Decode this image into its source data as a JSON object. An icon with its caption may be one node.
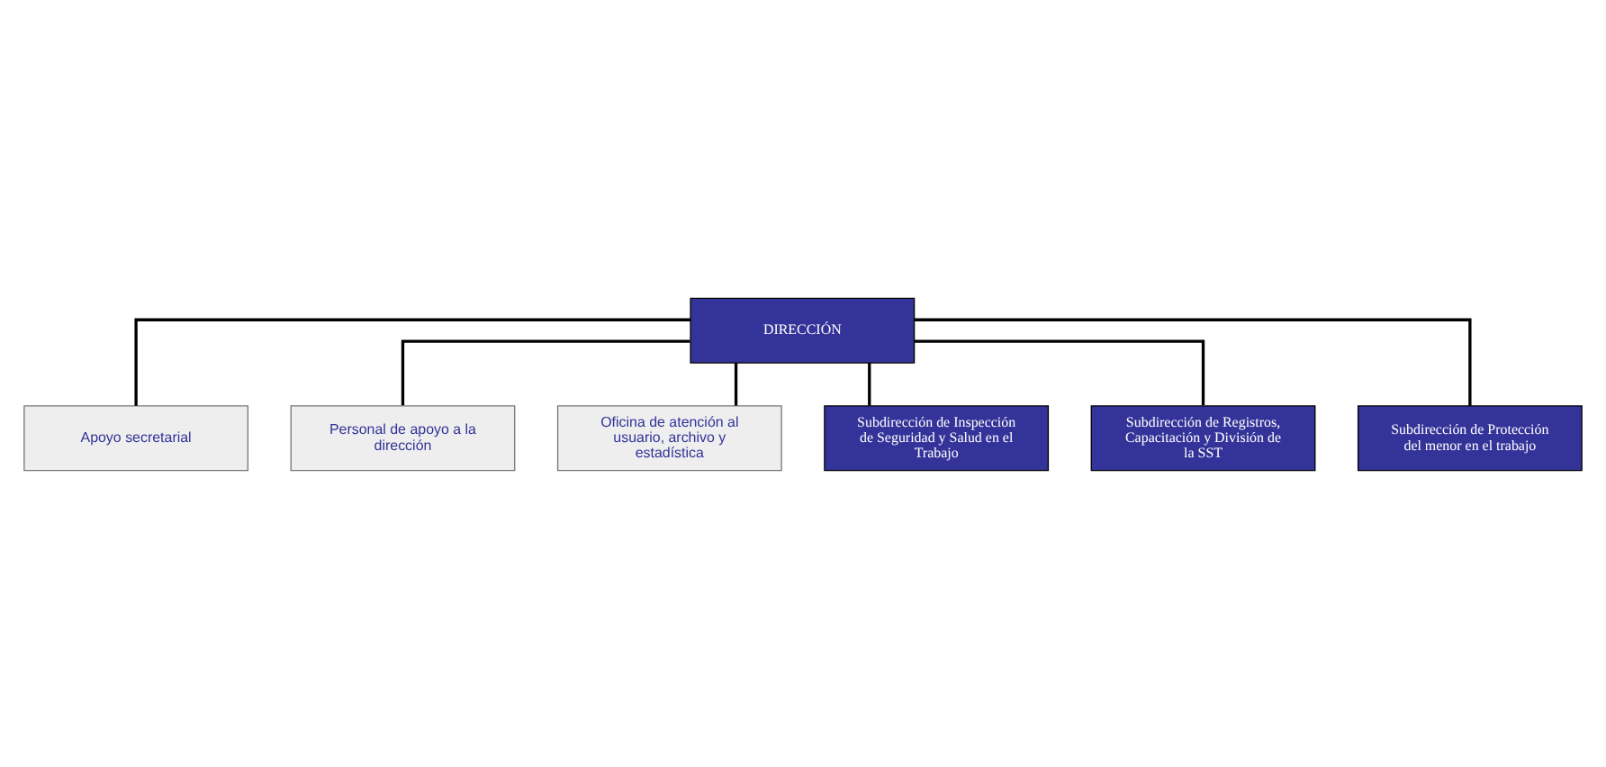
{
  "diagram": {
    "nodes": [
      {
        "text": [
          "DIRECCIÓN"
        ]
      },
      {
        "text": [
          "Apoyo secretarial"
        ]
      },
      {
        "text": [
          "Personal de apoyo a la dirección"
        ]
      },
      {
        "text": [
          "Oficina de atención al usuario, archivo y estadística"
        ]
      },
      {
        "text": [
          "Subdirección de Inspección de Seguridad y Salud en el Trabajo"
        ]
      },
      {
        "text": [
          "Subdirección de Registros, Capacitación y División de la SST"
        ]
      },
      {
        "text": [
          "Subdirección de Protección del menor en el trabajo"
        ]
      }
    ],
    "edges": [
      {
        "from": 0,
        "to": 1,
        "arrow": "none"
      },
      {
        "from": 0,
        "to": 2,
        "arrow": "none"
      },
      {
        "from": 0,
        "to": 3,
        "arrow": "none"
      },
      {
        "from": 0,
        "to": 4,
        "arrow": "none"
      },
      {
        "from": 0,
        "to": 5,
        "arrow": "none"
      },
      {
        "from": 0,
        "to": 6,
        "arrow": "none"
      }
    ]
  }
}
